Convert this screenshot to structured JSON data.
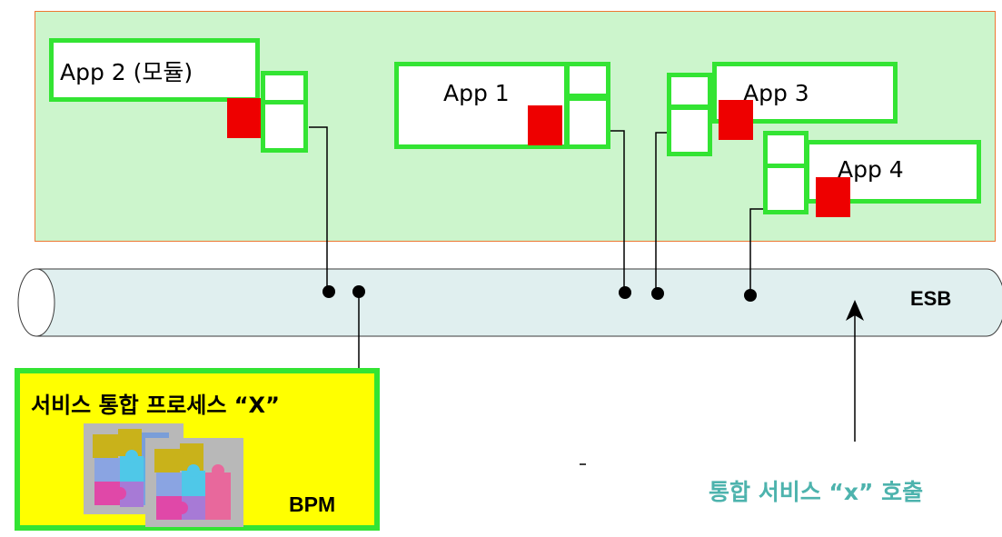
{
  "apps": {
    "app1": "App 1",
    "app2": "App 2 (모듈)",
    "app3": "App 3",
    "app4": "App 4"
  },
  "esb": {
    "label": "ESB"
  },
  "bpm": {
    "title": "서비스 통합 프로세스 “X”",
    "label": "BPM"
  },
  "call": {
    "label": "통합 서비스 “x” 호출"
  },
  "colors": {
    "panel": "#ccf5cc",
    "panel_border": "#ee7733",
    "box_border": "#33e433",
    "red": "#ee0000",
    "bpm_fill": "#ffff00",
    "call_text": "#4db3ad",
    "pipe": "#e0efef"
  },
  "icons": {
    "puzzle": "puzzle-icon"
  }
}
